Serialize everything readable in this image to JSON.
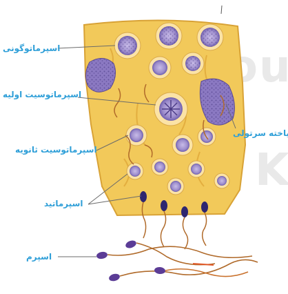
{
  "labels": {
    "spermatogonia": "اسپرماتوگونی",
    "primary_spermatocyte": "اسپرماتوسیت اولیه",
    "secondary_spermatocyte": "اسپرماتوسیت ثانویه",
    "spermatid": "اسپرماتید",
    "sperm": "اسپرم",
    "sertoli_cell": "یاخته سرتولی"
  },
  "colors": {
    "tissue": "#f2c95a",
    "tissue_dark": "#e0a838",
    "cell_ring": "#fbe3a6",
    "nucleus": "#a99ad0",
    "nucleus_dark": "#5a4a94",
    "sertoli": "#8b79c2",
    "tail": "#b06a2a",
    "label": "#2f9fd8"
  }
}
